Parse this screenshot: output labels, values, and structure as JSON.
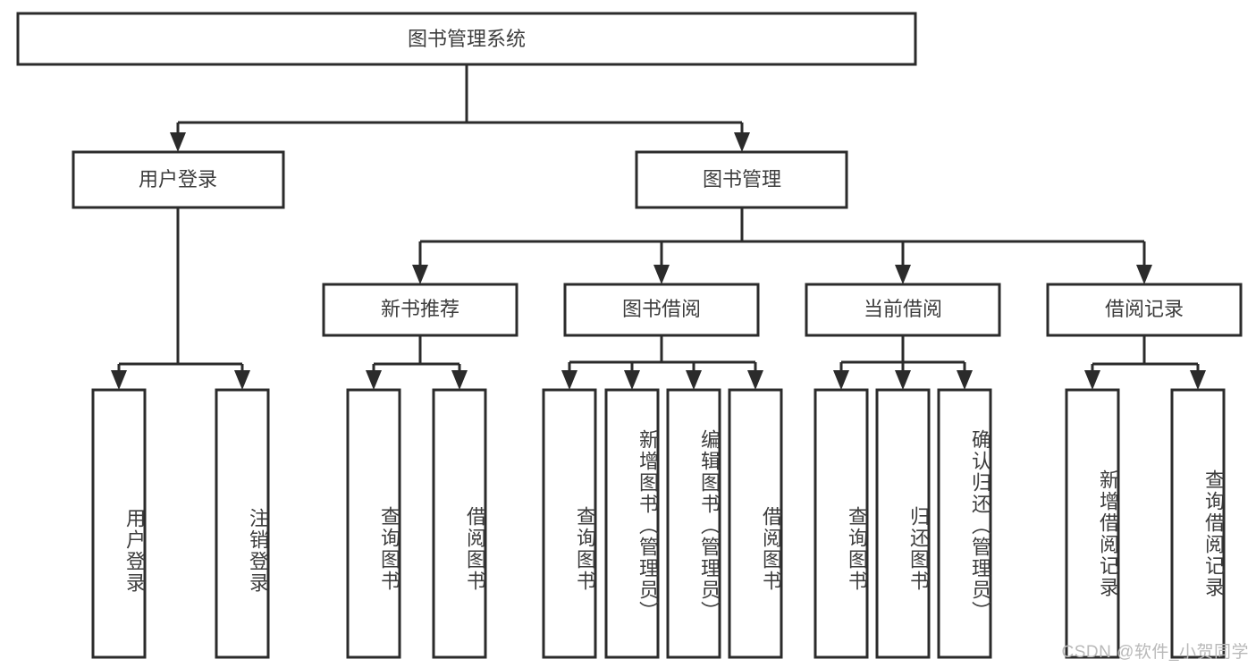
{
  "diagram": {
    "type": "tree",
    "title": "图书管理系统",
    "watermark": "CSDN @软件_小贺同学",
    "levels": {
      "root": {
        "label": "图书管理系统"
      },
      "level2": [
        {
          "id": "user-login",
          "label": "用户登录"
        },
        {
          "id": "book-manage",
          "label": "图书管理"
        }
      ],
      "level3": [
        {
          "id": "new-book-recommend",
          "label": "新书推荐",
          "parent": "book-manage"
        },
        {
          "id": "book-borrow",
          "label": "图书借阅",
          "parent": "book-manage"
        },
        {
          "id": "current-borrow",
          "label": "当前借阅",
          "parent": "book-manage"
        },
        {
          "id": "borrow-record",
          "label": "借阅记录",
          "parent": "book-manage"
        }
      ],
      "leaves": [
        {
          "id": "leaf-user-login",
          "label": "用户登录",
          "parent": "user-login"
        },
        {
          "id": "leaf-user-logout",
          "label": "注销登录",
          "parent": "user-login"
        },
        {
          "id": "leaf-rec-query-book",
          "label": "查询图书",
          "parent": "new-book-recommend"
        },
        {
          "id": "leaf-rec-borrow-book",
          "label": "借阅图书",
          "parent": "new-book-recommend"
        },
        {
          "id": "leaf-brw-query-book",
          "label": "查询图书",
          "parent": "book-borrow"
        },
        {
          "id": "leaf-brw-add-book",
          "label": "新增图书（管理员）",
          "parent": "book-borrow"
        },
        {
          "id": "leaf-brw-edit-book",
          "label": "编辑图书（管理员）",
          "parent": "book-borrow"
        },
        {
          "id": "leaf-brw-borrow-book",
          "label": "借阅图书",
          "parent": "book-borrow"
        },
        {
          "id": "leaf-cur-query-book",
          "label": "查询图书",
          "parent": "current-borrow"
        },
        {
          "id": "leaf-cur-return-book",
          "label": "归还图书",
          "parent": "current-borrow"
        },
        {
          "id": "leaf-cur-confirm-return",
          "label": "确认归还（管理员）",
          "parent": "current-borrow"
        },
        {
          "id": "leaf-rec-add-record",
          "label": "新增借阅记录",
          "parent": "borrow-record"
        },
        {
          "id": "leaf-rec-query-record",
          "label": "查询借阅记录",
          "parent": "borrow-record"
        }
      ]
    },
    "colors": {
      "box_stroke": "#2b2b2b",
      "box_fill": "#ffffff",
      "text": "#3d3d3d",
      "watermark": "#b9b9b9"
    }
  }
}
